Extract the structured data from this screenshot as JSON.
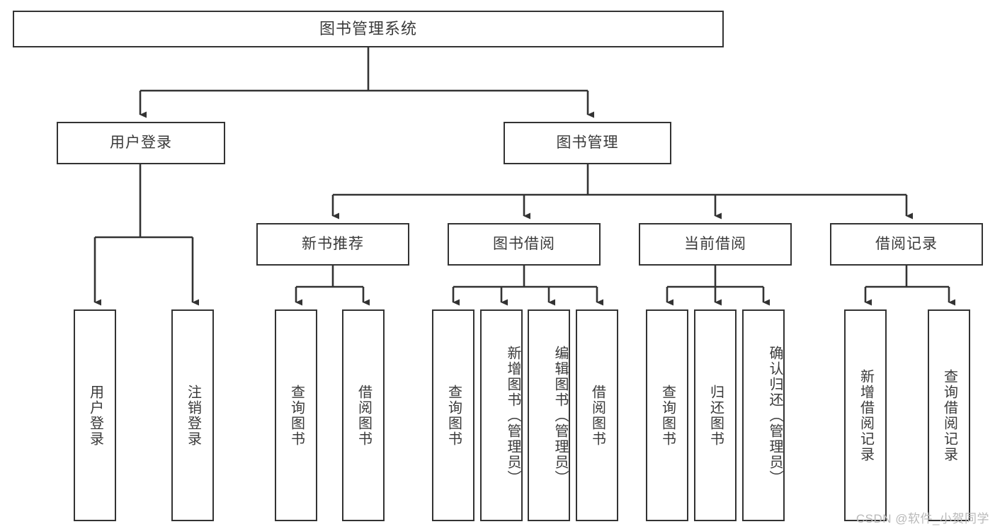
{
  "diagram": {
    "title": "图书管理系统",
    "type": "tree-hierarchy",
    "nodes": {
      "root": {
        "label": "图书管理系统"
      },
      "user_login": {
        "label": "用户登录"
      },
      "book_manage": {
        "label": "图书管理"
      },
      "new_book_rec": {
        "label": "新书推荐"
      },
      "book_borrow": {
        "label": "图书借阅"
      },
      "current_borrow": {
        "label": "当前借阅"
      },
      "borrow_record": {
        "label": "借阅记录"
      },
      "leaf_user_login": {
        "label": "用户登录"
      },
      "leaf_user_logout": {
        "label": "注销登录"
      },
      "leaf_query_book_1": {
        "label": "查询图书"
      },
      "leaf_borrow_book_1": {
        "label": "借阅图书"
      },
      "leaf_query_book_2": {
        "label": "查询图书"
      },
      "leaf_add_book": {
        "label": "新增图书（管理员）"
      },
      "leaf_edit_book": {
        "label": "编辑图书（管理员）"
      },
      "leaf_borrow_book_2": {
        "label": "借阅图书"
      },
      "leaf_query_book_3": {
        "label": "查询图书"
      },
      "leaf_return_book": {
        "label": "归还图书"
      },
      "leaf_confirm_return": {
        "label": "确认归还（管理员）"
      },
      "leaf_add_record": {
        "label": "新增借阅记录"
      },
      "leaf_query_record": {
        "label": "查询借阅记录"
      }
    },
    "edges": [
      {
        "from": "root",
        "to": "user_login"
      },
      {
        "from": "root",
        "to": "book_manage"
      },
      {
        "from": "user_login",
        "to": "leaf_user_login"
      },
      {
        "from": "user_login",
        "to": "leaf_user_logout"
      },
      {
        "from": "book_manage",
        "to": "new_book_rec"
      },
      {
        "from": "book_manage",
        "to": "book_borrow"
      },
      {
        "from": "book_manage",
        "to": "current_borrow"
      },
      {
        "from": "book_manage",
        "to": "borrow_record"
      },
      {
        "from": "new_book_rec",
        "to": "leaf_query_book_1"
      },
      {
        "from": "new_book_rec",
        "to": "leaf_borrow_book_1"
      },
      {
        "from": "book_borrow",
        "to": "leaf_query_book_2"
      },
      {
        "from": "book_borrow",
        "to": "leaf_add_book"
      },
      {
        "from": "book_borrow",
        "to": "leaf_edit_book"
      },
      {
        "from": "book_borrow",
        "to": "leaf_borrow_book_2"
      },
      {
        "from": "current_borrow",
        "to": "leaf_query_book_3"
      },
      {
        "from": "current_borrow",
        "to": "leaf_return_book"
      },
      {
        "from": "current_borrow",
        "to": "leaf_confirm_return"
      },
      {
        "from": "borrow_record",
        "to": "leaf_add_record"
      },
      {
        "from": "borrow_record",
        "to": "leaf_query_record"
      }
    ],
    "colors": {
      "border": "#333333",
      "text": "#3a3a3a",
      "background": "#ffffff",
      "watermark": "#b9b9b9"
    }
  },
  "watermark": {
    "text": "CSDN @软件_小贺同学"
  }
}
